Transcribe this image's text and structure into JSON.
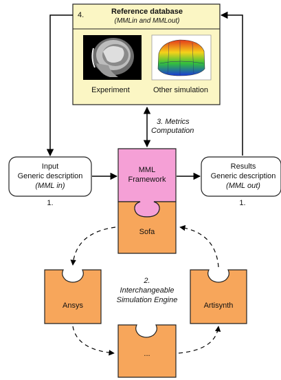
{
  "reference": {
    "number": "4.",
    "title": "Reference database",
    "subtitle": "(MMLin and MMLout)",
    "experiment_label": "Experiment",
    "other_label": "Other simulation"
  },
  "metrics": {
    "line1": "3. Metrics",
    "line2": "Computation"
  },
  "input": {
    "line1": "Input",
    "line2": "Generic description",
    "line3": "(MML in)",
    "number": "1."
  },
  "results": {
    "line1": "Results",
    "line2": "Generic description",
    "line3": "(MML out)",
    "number": "1."
  },
  "framework": {
    "line1": "MML",
    "line2": "Framework"
  },
  "engines": {
    "sofa": "Sofa",
    "ansys": "Ansys",
    "artisynth": "Artisynth",
    "other": "...",
    "caption_num": "2.",
    "caption1": "Interchangeable",
    "caption2": "Simulation  Engine"
  },
  "colors": {
    "reference_fill": "#fbf6c4",
    "framework_fill": "#f5a0d6",
    "engine_fill": "#f7a65b",
    "box_border": "#222222"
  }
}
